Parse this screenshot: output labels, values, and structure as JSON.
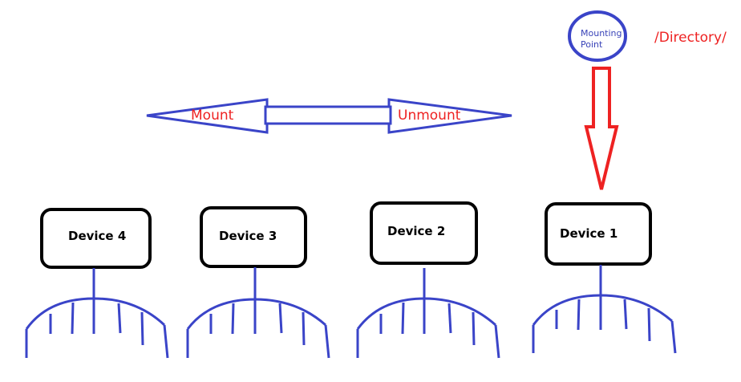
{
  "mounting_point": {
    "label_line1": "Mounting",
    "label_line2": "Point",
    "path_label": "/Directory/"
  },
  "arrow": {
    "left_label": "Mount",
    "right_label": "Unmount"
  },
  "devices": [
    {
      "label": "Device 4"
    },
    {
      "label": "Device 3"
    },
    {
      "label": "Device 2"
    },
    {
      "label": "Device 1"
    }
  ],
  "colors": {
    "blue": "#3a44c8",
    "red": "#ee2222",
    "black": "#000000"
  }
}
